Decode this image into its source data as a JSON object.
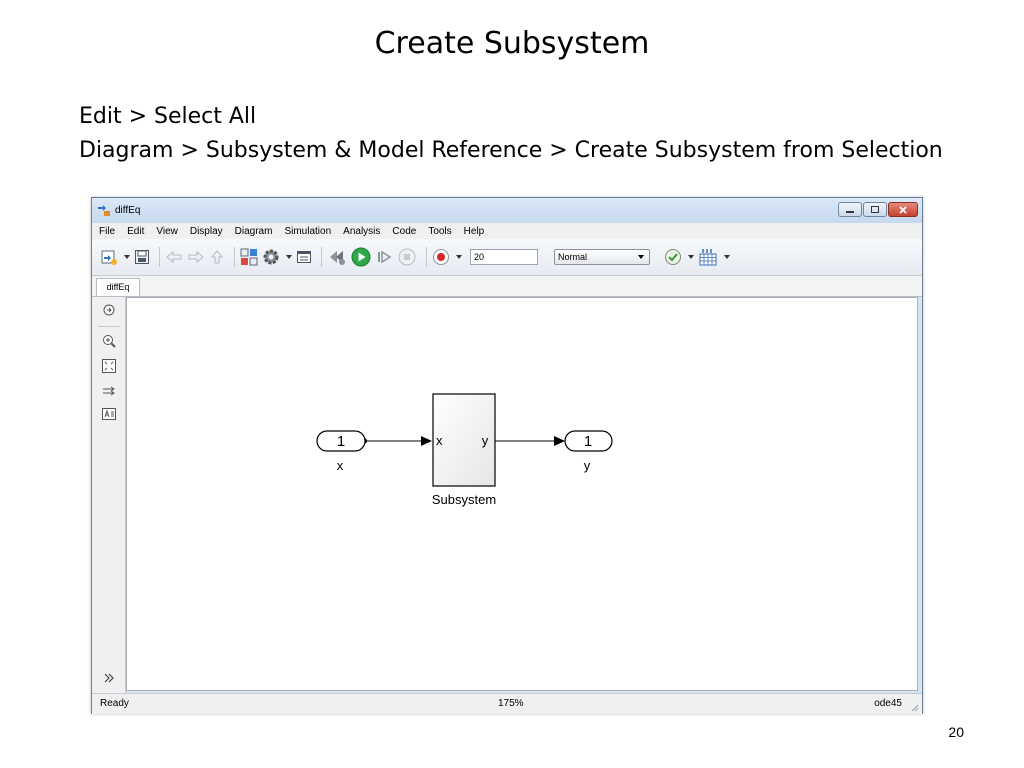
{
  "slide": {
    "title": "Create Subsystem",
    "instruction_1": "Edit > Select All",
    "instruction_2": "Diagram > Subsystem & Model Reference > Create Subsystem from Selection",
    "page_number": "20"
  },
  "window": {
    "title": "diffEq",
    "menu": [
      "File",
      "Edit",
      "View",
      "Display",
      "Diagram",
      "Simulation",
      "Analysis",
      "Code",
      "Tools",
      "Help"
    ],
    "stop_time": "20",
    "sim_mode": "Normal",
    "tab": "diffEq",
    "status": {
      "ready": "Ready",
      "zoom": "175%",
      "solver": "ode45"
    }
  },
  "diagram": {
    "inport": {
      "number": "1",
      "name": "x"
    },
    "subsystem": {
      "name": "Subsystem",
      "in_label": "x",
      "out_label": "y"
    },
    "outport": {
      "number": "1",
      "name": "y"
    }
  },
  "colors": {
    "run_green": "#2fa84a",
    "record_red": "#d3262b",
    "close_red": "#c4432f"
  }
}
